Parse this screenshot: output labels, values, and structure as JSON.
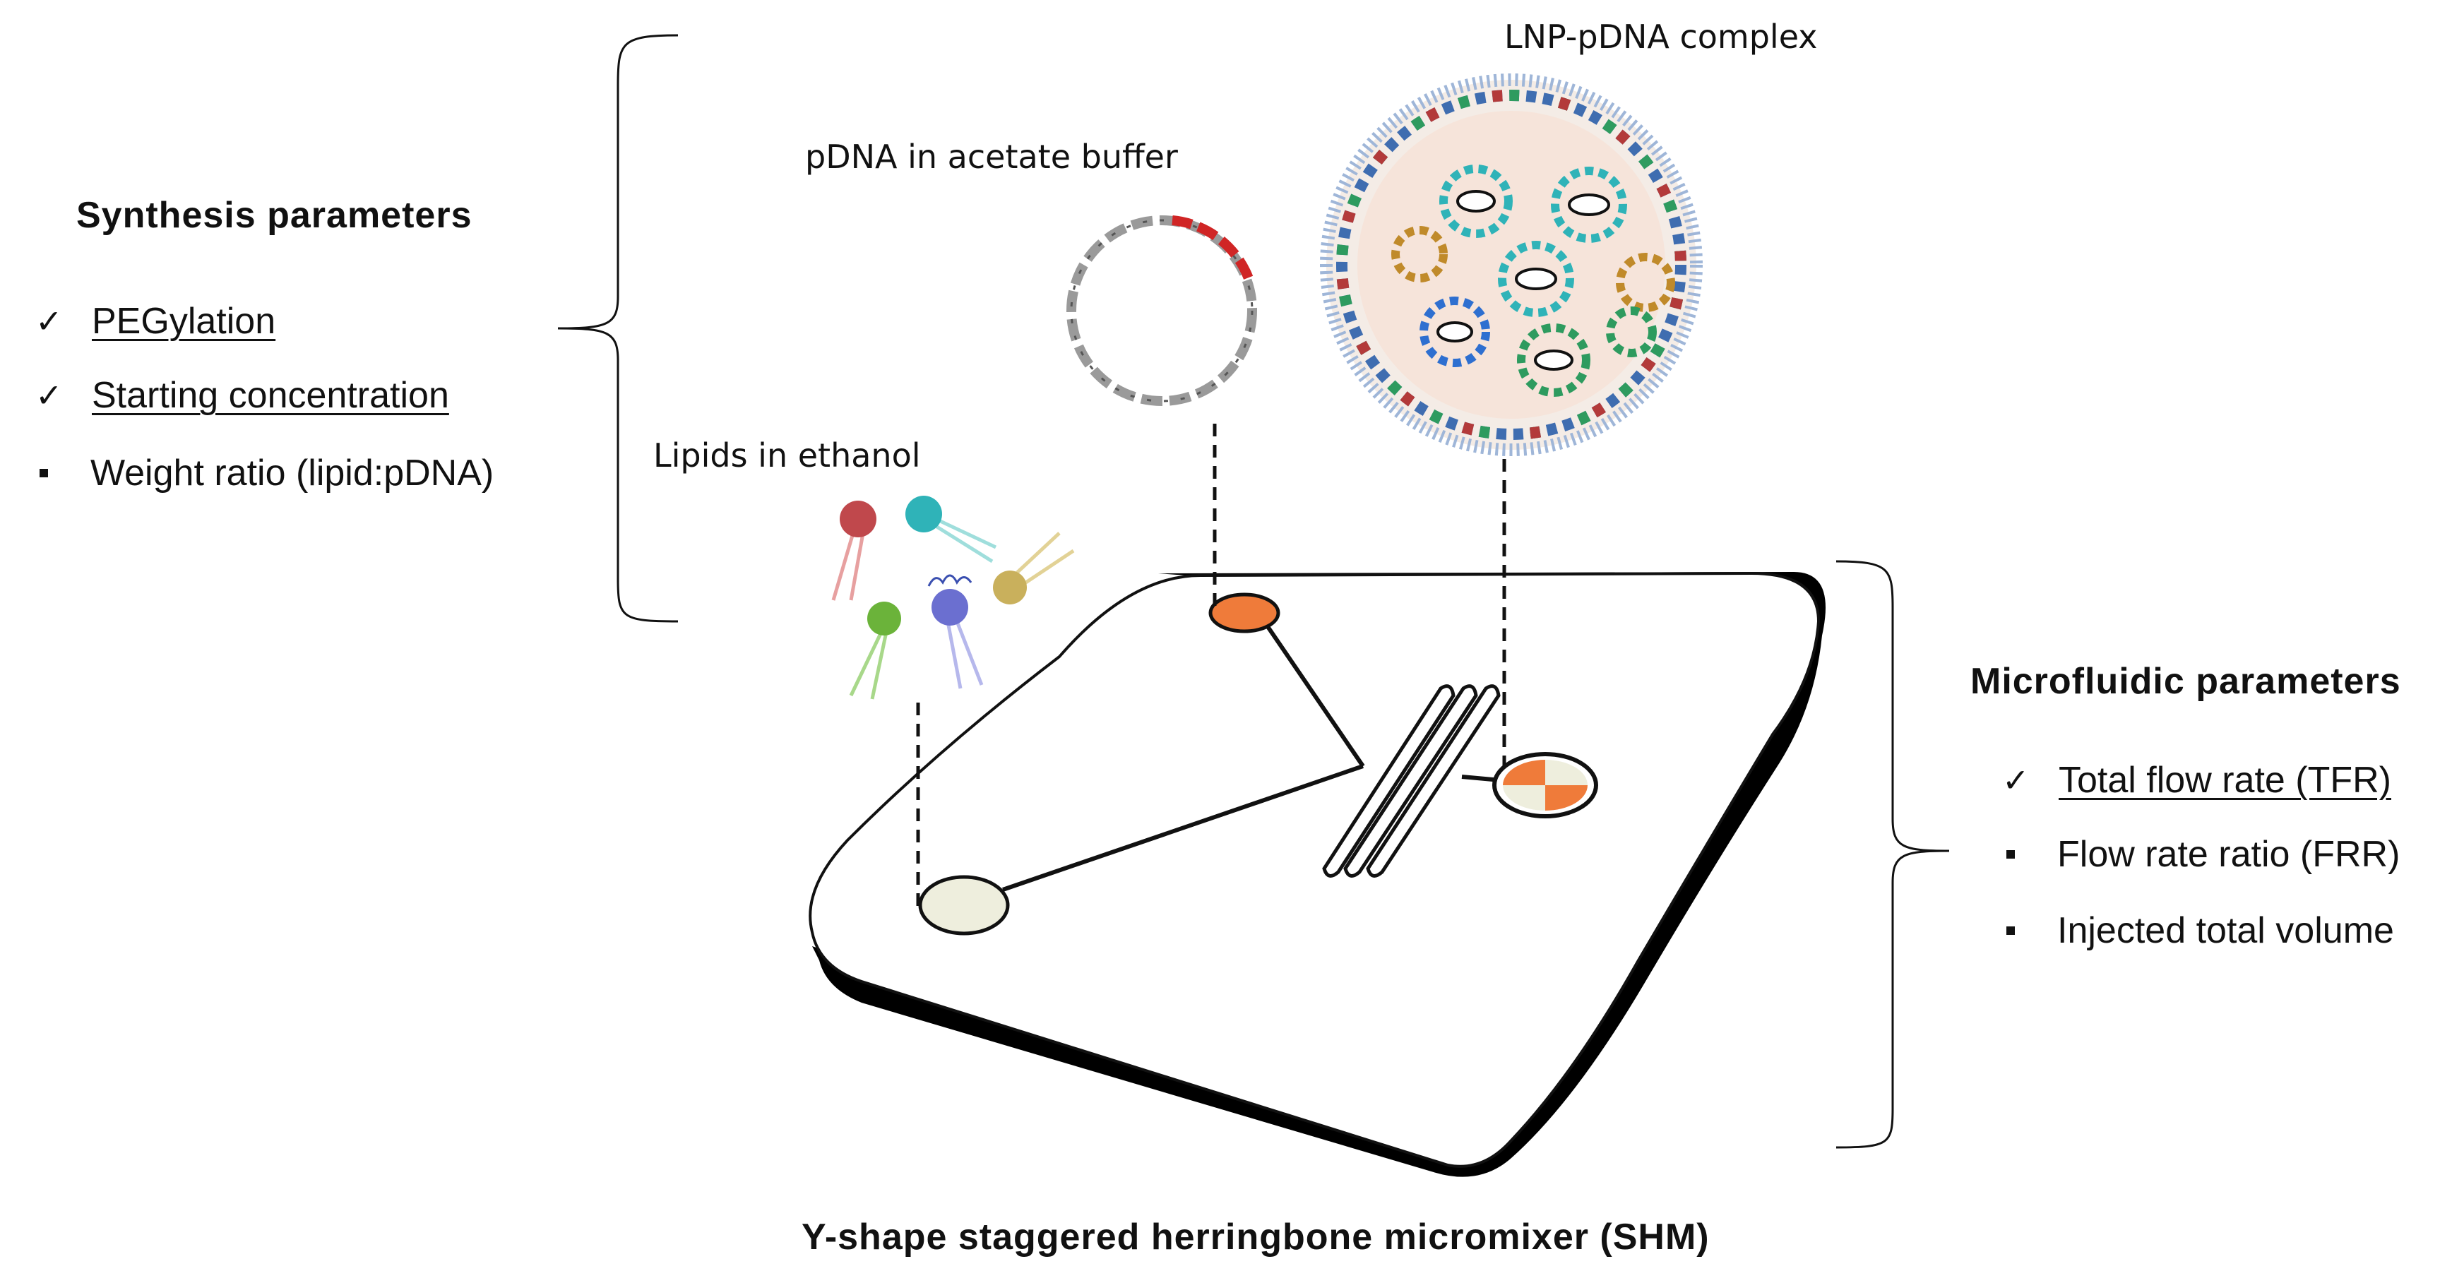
{
  "synthesis": {
    "title": "Synthesis  parameters",
    "items": [
      {
        "marker": "✓",
        "text": "PEGylation",
        "underline": true
      },
      {
        "marker": "✓",
        "text": "Starting concentration",
        "underline": true
      },
      {
        "marker": "square",
        "text": "Weight ratio (lipid:pDNA)",
        "underline": false
      }
    ]
  },
  "microfluidic": {
    "title": "Microfluidic  parameters",
    "items": [
      {
        "marker": "✓",
        "text": "Total flow rate (TFR)",
        "underline": true
      },
      {
        "marker": "square",
        "text": "Flow rate ratio (FRR)",
        "underline": false
      },
      {
        "marker": "square",
        "text": "Injected total volume",
        "underline": false
      }
    ]
  },
  "labels": {
    "pdna": "pDNA in acetate buffer",
    "lnp": "LNP-pDNA complex",
    "lipids": "Lipids in ethanol",
    "caption": "Y-shape staggered herringbone micromixer (SHM)"
  },
  "colors": {
    "inlet_orange": "#ef7b3a",
    "inlet_cream": "#eeeedd",
    "lipid_red": "#c0484c",
    "lipid_teal": "#2fb3b8",
    "lipid_green": "#6bb33a",
    "lipid_blue": "#6b6fd0",
    "lipid_gold": "#c9b05c"
  }
}
